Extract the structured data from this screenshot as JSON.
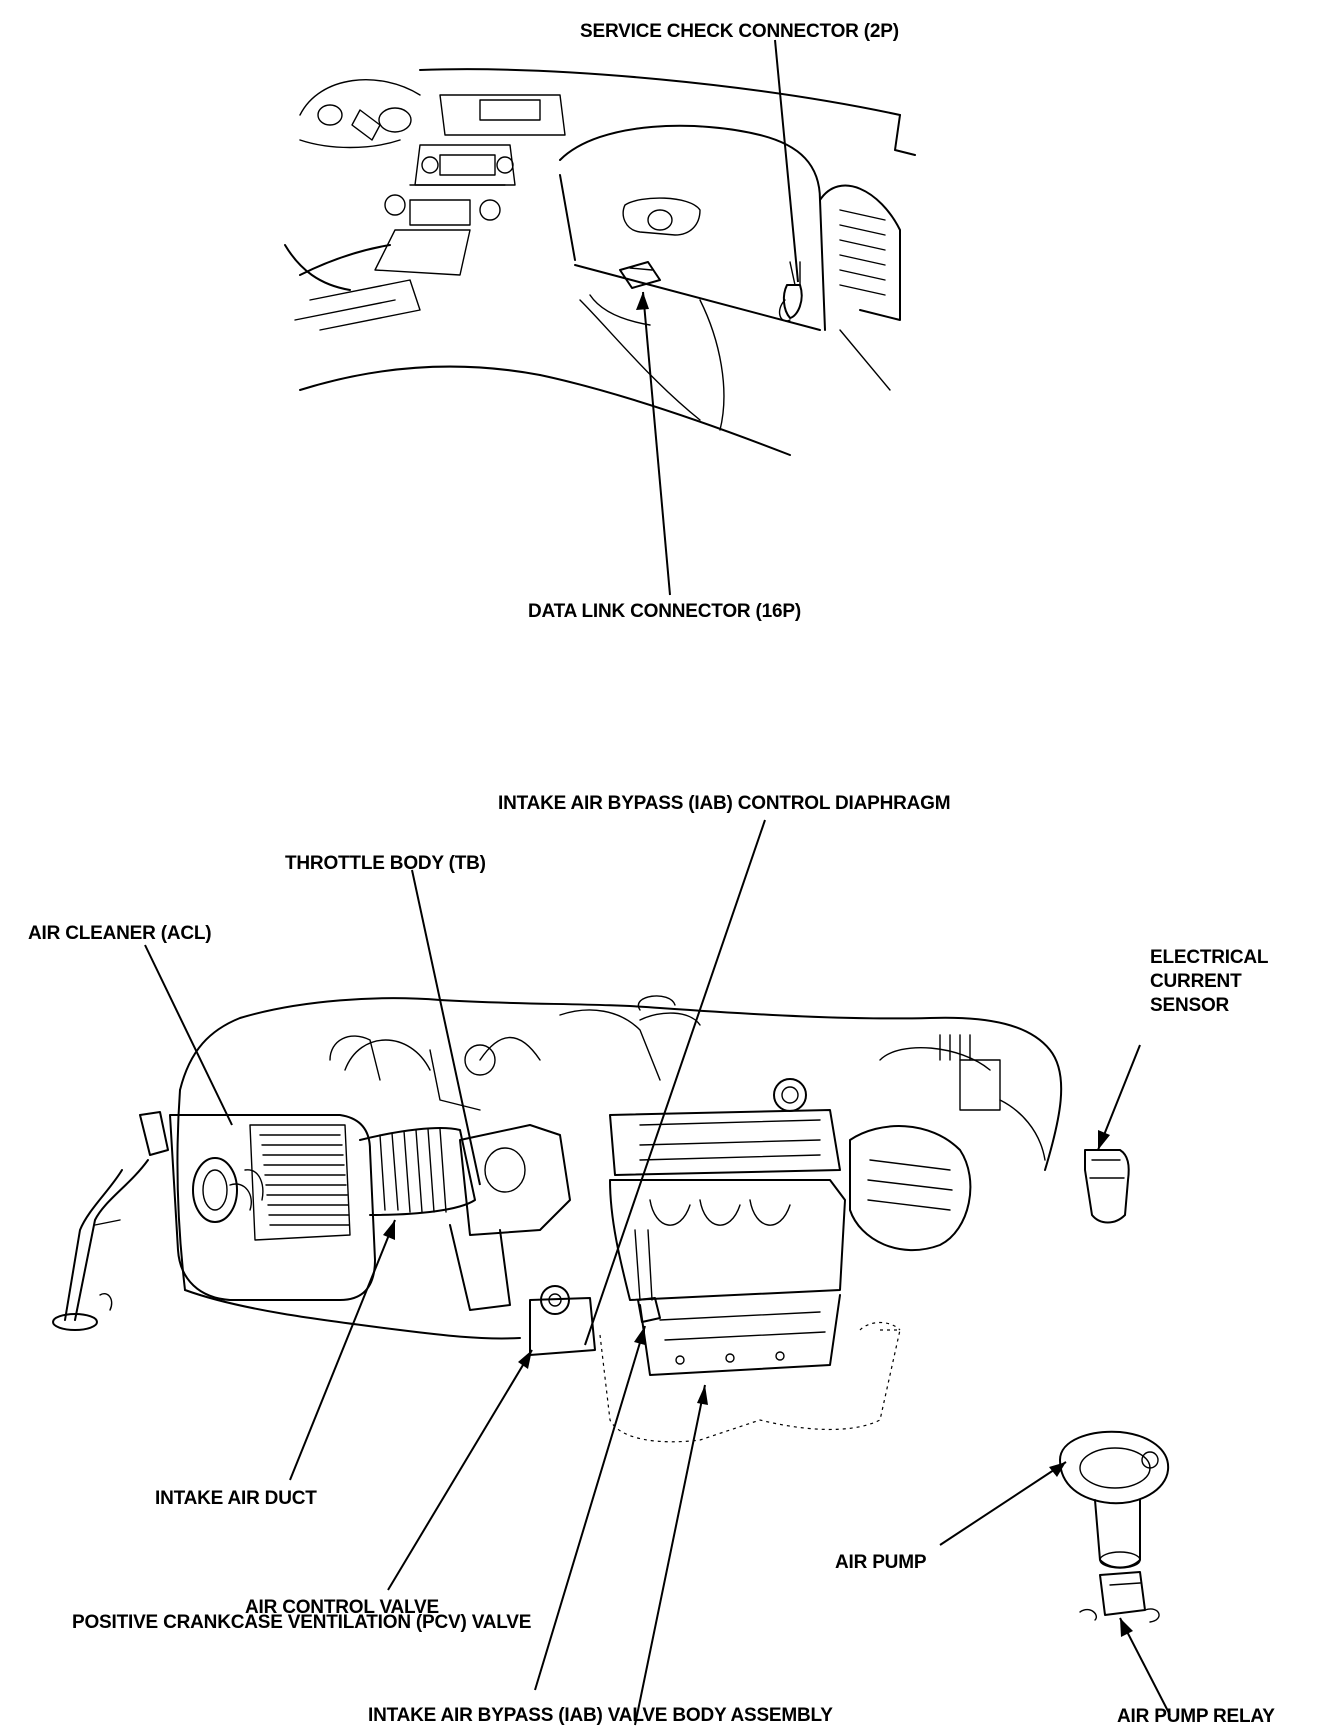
{
  "labels": {
    "service_check_connector": "SERVICE CHECK CONNECTOR (2P)",
    "data_link_connector": "DATA LINK CONNECTOR (16P)",
    "iab_control_diaphragm": "INTAKE AIR BYPASS (IAB) CONTROL DIAPHRAGM",
    "throttle_body": "THROTTLE BODY (TB)",
    "air_cleaner": "AIR CLEANER (ACL)",
    "electrical_current_sensor": "ELECTRICAL CURRENT SENSOR",
    "intake_air_duct": "INTAKE AIR DUCT",
    "air_control_valve": "AIR CONTROL VALVE",
    "air_pump": "AIR PUMP",
    "air_pump_relay": "AIR PUMP RELAY",
    "pcv_valve": "POSITIVE CRANKCASE VENTILATION (PCV) VALVE",
    "iab_valve_body_assembly": "INTAKE AIR BYPASS (IAB) VALVE BODY ASSEMBLY"
  }
}
